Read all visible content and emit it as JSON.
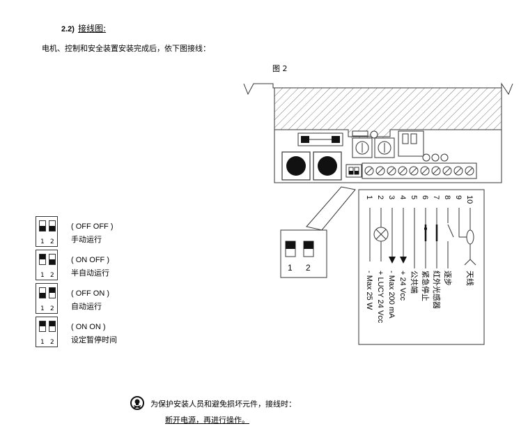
{
  "section": {
    "number": "2.2)",
    "title": "接线图:"
  },
  "intro": "电机、控制和安全装置安装完成后，依下图接线：",
  "figure_label": "图 2",
  "dip_modes": [
    {
      "label": "( OFF OFF )",
      "desc": "手动运行",
      "sw1_on": false,
      "sw2_on": false
    },
    {
      "label": "( ON OFF )",
      "desc": "半自动运行",
      "sw1_on": true,
      "sw2_on": false
    },
    {
      "label": "( OFF ON )",
      "desc": "自动运行",
      "sw1_on": false,
      "sw2_on": true
    },
    {
      "label": "( ON ON )",
      "desc": "设定暂停时间",
      "sw1_on": true,
      "sw2_on": true
    }
  ],
  "dip_numbers": [
    "1",
    "2"
  ],
  "terminals": [
    "1",
    "2",
    "3",
    "4",
    "5",
    "6",
    "7",
    "8",
    "9",
    "10"
  ],
  "terminal_labels": [
    {
      "text": "- Max 25 W"
    },
    {
      "text": "+ LUCY 24 Vcc"
    },
    {
      "text": "- Max 200 mA"
    },
    {
      "text": "+ 24 Vcc"
    },
    {
      "text": "公共端"
    },
    {
      "text": "紧急停止"
    },
    {
      "text": "红外光感器"
    },
    {
      "text": "逐步"
    },
    {
      "text": "天线"
    }
  ],
  "warning": {
    "line1": "为保护安装人员和避免损坏元件，接线时：",
    "line2": "断开电源，再进行操作。"
  }
}
